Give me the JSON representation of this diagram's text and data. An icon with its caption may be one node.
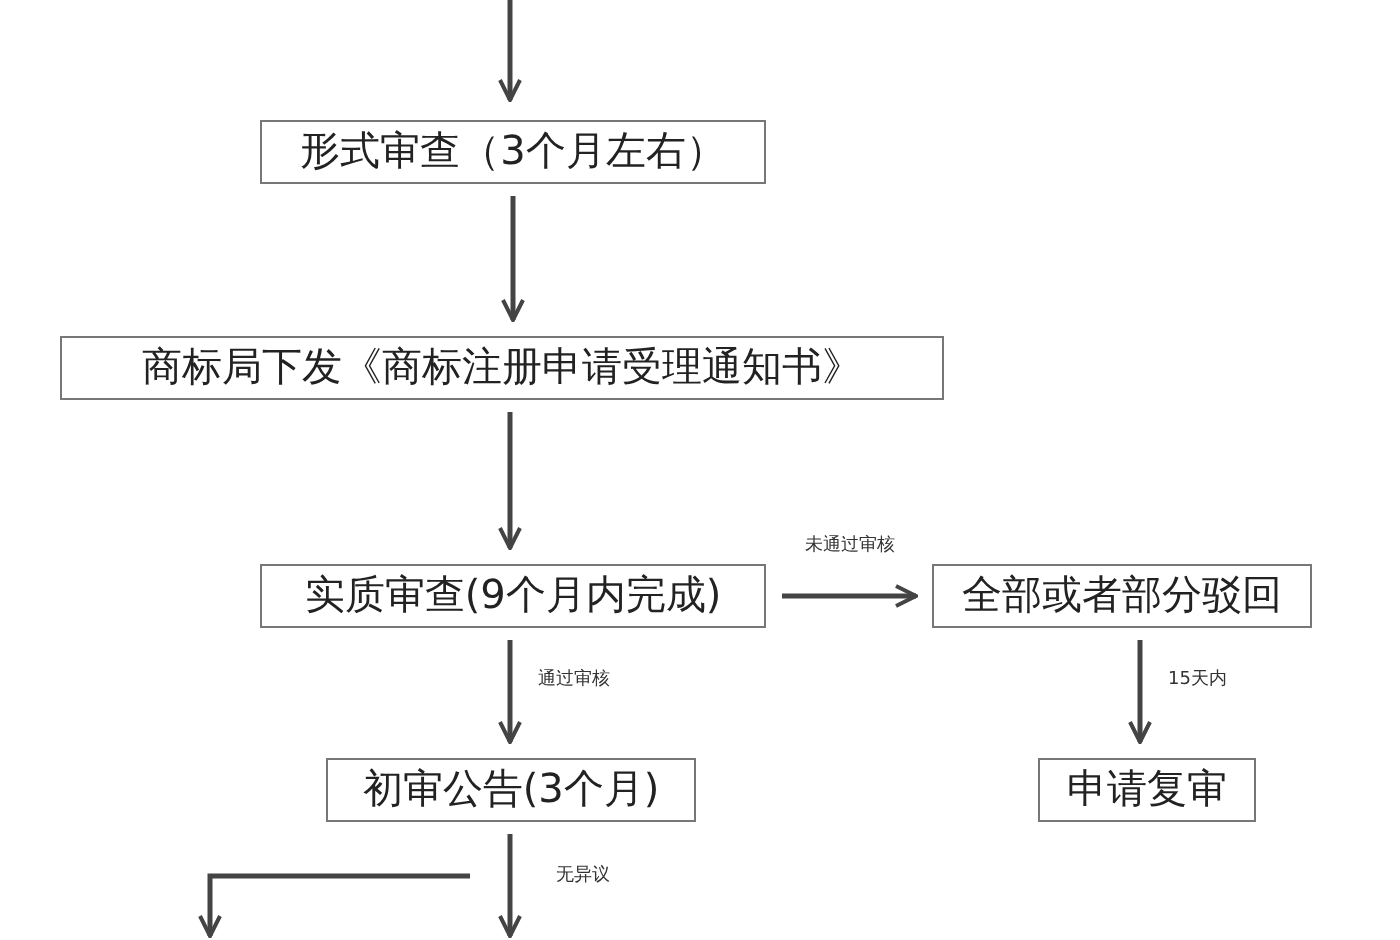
{
  "diagram": {
    "nodes": [
      {
        "text": [
          "形式审查（3个月左右）"
        ]
      },
      {
        "text": [
          "商标局下发《商标注册申请受理通知书》"
        ]
      },
      {
        "text": [
          "实质审查(9个月内完成)"
        ]
      },
      {
        "text": [
          "全部或者部分驳回"
        ]
      },
      {
        "text": [
          "初审公告(3个月)"
        ]
      },
      {
        "text": [
          "申请复审"
        ]
      }
    ],
    "edges": [
      {
        "from": null,
        "to": 0,
        "arrow": "to"
      },
      {
        "from": 0,
        "to": 1,
        "arrow": "to"
      },
      {
        "from": 1,
        "to": 2,
        "arrow": "to"
      },
      {
        "from": 2,
        "to": 3,
        "arrow": "to",
        "label": "未通过审核"
      },
      {
        "from": 2,
        "to": 4,
        "arrow": "to",
        "label": "通过审核"
      },
      {
        "from": 3,
        "to": 5,
        "arrow": "to",
        "label": "15天内"
      },
      {
        "from": 4,
        "to": null,
        "arrow": "to",
        "label": "无异议"
      },
      {
        "from": 4,
        "to": null,
        "arrow": "to"
      }
    ]
  }
}
